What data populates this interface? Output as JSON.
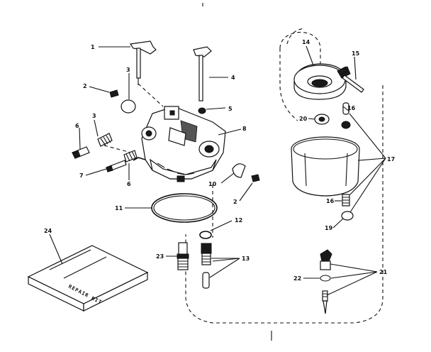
{
  "callouts": {
    "n1": "1",
    "n2a": "2",
    "n2b": "2",
    "n3a": "3",
    "n3b": "3",
    "n4": "4",
    "n5": "5",
    "n6a": "6",
    "n6b": "6",
    "n7": "7",
    "n8": "8",
    "n10": "10",
    "n11": "11",
    "n12": "12",
    "n13": "13",
    "n14": "14",
    "n15": "15",
    "n16a": "16",
    "n16b": "16",
    "n17": "17",
    "n19": "19",
    "n20": "20",
    "n21": "21",
    "n22": "22",
    "n23": "23",
    "n24": "24"
  },
  "repair_kit": {
    "label": "REPAIR KIT"
  },
  "icons": {
    "carburetor": "carburetor-body-icon",
    "float_bowl": "float-bowl-icon",
    "float": "float-icon",
    "repair_kit_box": "repair-kit-box-icon"
  }
}
